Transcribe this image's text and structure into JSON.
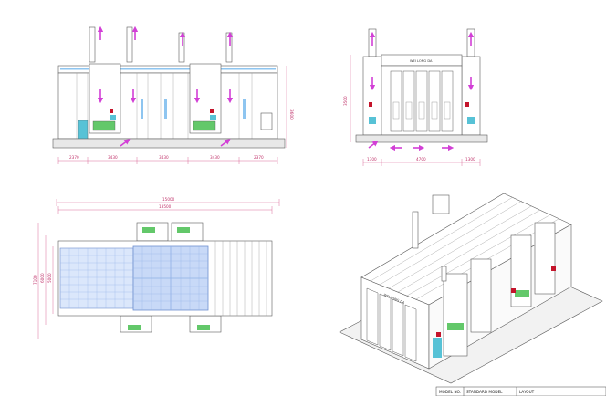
{
  "colors": {
    "outline": "#5a5a5a",
    "dimension": "#d14a83",
    "airflow_arrow": "#d23fd6",
    "grid_panel": "#8fb0e6",
    "filter_cyan": "#57c2d6",
    "accent_green": "#63c86a",
    "accent_red": "#c4142b",
    "light_band": "#8ec5f0"
  },
  "front_view": {
    "dims_bottom": [
      "2370",
      "3430",
      "3430",
      "3430",
      "2370"
    ],
    "dim_right": "3600"
  },
  "side_view": {
    "sign_text": "WEI LONG DA",
    "dims_bottom": [
      "1300",
      "4700",
      "1300"
    ],
    "dim_left": "3500"
  },
  "plan_view": {
    "dims_top": [
      "15000",
      "13500"
    ],
    "dims_left": [
      "7100",
      "6000",
      "5000"
    ]
  },
  "iso_view": {
    "sign_text": "WEI LONG DA"
  },
  "title_block": {
    "cells": [
      "MODEL NO.",
      "STANDARD MODEL",
      "LAYOUT"
    ]
  }
}
